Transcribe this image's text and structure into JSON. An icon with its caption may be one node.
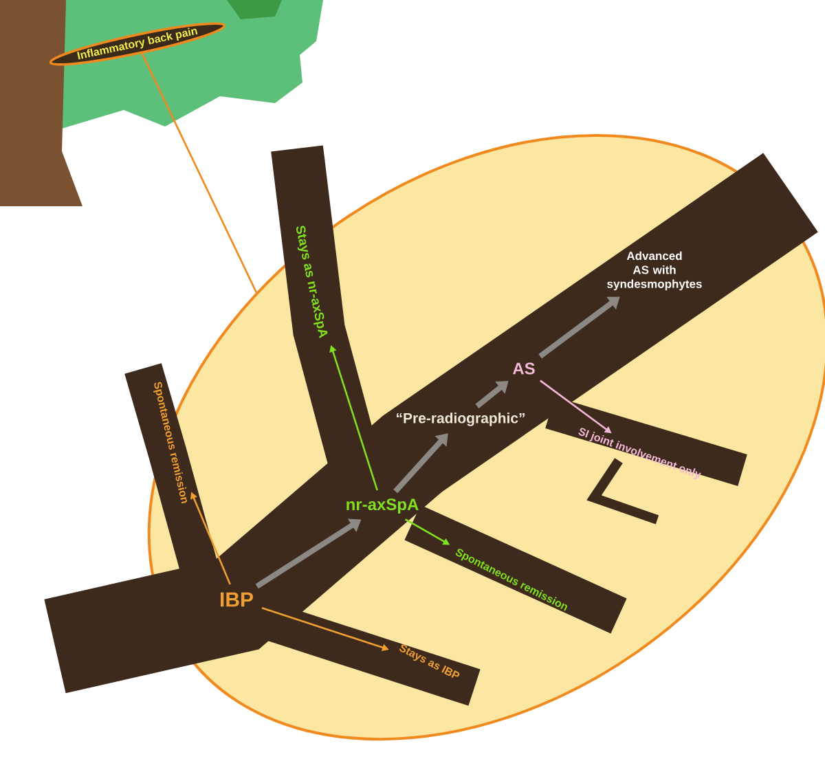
{
  "diagram": {
    "nodes": [
      {
        "text": [
          "Inflammatory back pain"
        ]
      },
      {
        "text": [],
        "shape": "ellipse"
      },
      {
        "text": [
          "IBP"
        ],
        "in": 1
      },
      {
        "text": [
          "nr-axSpA"
        ],
        "in": 1
      },
      {
        "text": [
          "“Pre-radiographic”"
        ],
        "in": 1
      },
      {
        "text": [
          "AS"
        ],
        "in": 1
      },
      {
        "text": [
          "Advanced AS with syndesmophytes"
        ],
        "in": 1
      },
      {
        "text": [
          "Spontaneous remission"
        ],
        "in": 1
      },
      {
        "text": [
          "Stays as IBP"
        ],
        "in": 1
      },
      {
        "text": [
          "Stays as nr-axSpA"
        ],
        "in": 1
      },
      {
        "text": [
          "Spontaneous remission"
        ],
        "in": 1
      },
      {
        "text": [
          "SI joint involvement only"
        ],
        "in": 1
      }
    ],
    "edges": [
      {
        "from": 0,
        "to": 1,
        "arrow": "none",
        "color": "#f08a1e"
      },
      {
        "from": 2,
        "to": 3,
        "arrow": "to",
        "style": "thick"
      },
      {
        "from": 3,
        "to": 4,
        "arrow": "to",
        "style": "thick"
      },
      {
        "from": 4,
        "to": 5,
        "arrow": "to",
        "style": "thick"
      },
      {
        "from": 5,
        "to": 6,
        "arrow": "to",
        "style": "thick"
      },
      {
        "from": 2,
        "to": 7,
        "arrow": "to",
        "color": "#f0a030"
      },
      {
        "from": 2,
        "to": 8,
        "arrow": "to",
        "color": "#f0a030"
      },
      {
        "from": 3,
        "to": 9,
        "arrow": "to",
        "color": "#80e020"
      },
      {
        "from": 3,
        "to": 10,
        "arrow": "to",
        "color": "#80e020"
      },
      {
        "from": 5,
        "to": 11,
        "arrow": "to",
        "color": "#f4b8d8"
      }
    ]
  }
}
